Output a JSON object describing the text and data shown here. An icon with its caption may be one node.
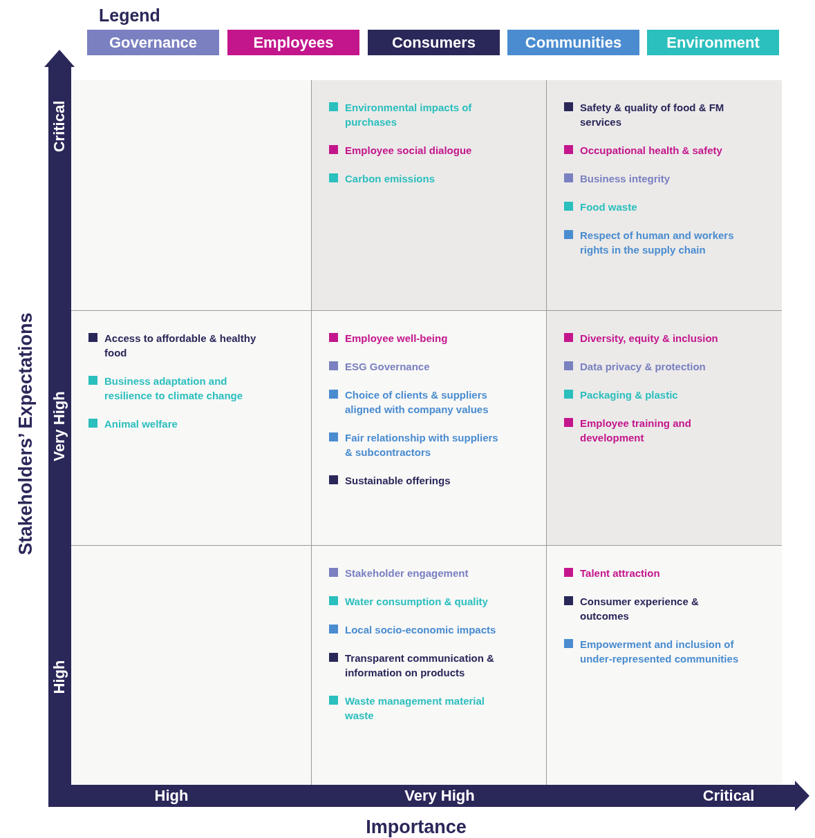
{
  "diagram": {
    "nodes": [
      {
        "text": [],
        "shape": "box"
      },
      {
        "text": [],
        "shape": "box"
      },
      {
        "text": [
          "Environmental impacts of purchases"
        ],
        "in": 1
      },
      {
        "text": [
          "Employee social dialogue"
        ],
        "in": 1
      },
      {
        "text": [
          "Carbon emissions"
        ],
        "in": 1
      },
      {
        "text": [],
        "shape": "box"
      },
      {
        "text": [
          "Safety & quality of food & FM services"
        ],
        "in": 5
      },
      {
        "text": [
          "Occupational health & safety"
        ],
        "in": 5
      },
      {
        "text": [
          "Business integrity"
        ],
        "in": 5
      },
      {
        "text": [
          "Food waste"
        ],
        "in": 5
      },
      {
        "text": [
          "Respect of human and workers rights in the supply chain"
        ],
        "in": 5
      },
      {
        "text": [],
        "shape": "box"
      },
      {
        "text": [
          "Access to affordable & healthy food"
        ],
        "in": 11
      },
      {
        "text": [
          "Business adaptation and resilience to climate change"
        ],
        "in": 11
      },
      {
        "text": [
          "Animal welfare"
        ],
        "in": 11
      },
      {
        "text": [],
        "shape": "box"
      },
      {
        "text": [
          "Employee well-being"
        ],
        "in": 15
      },
      {
        "text": [
          "ESG Governance"
        ],
        "in": 15
      },
      {
        "text": [
          "Choice of clients & suppliers aligned with company values"
        ],
        "in": 15
      },
      {
        "text": [
          "Fair relationship with suppliers & subcontractors"
        ],
        "in": 15
      },
      {
        "text": [
          "Sustainable offerings"
        ],
        "in": 15
      },
      {
        "text": [],
        "shape": "box"
      },
      {
        "text": [
          "Diversity, equity & inclusion"
        ],
        "in": 21
      },
      {
        "text": [
          "Data privacy & protection"
        ],
        "in": 21
      },
      {
        "text": [
          "Packaging & plastic"
        ],
        "in": 21
      },
      {
        "text": [
          "Employee training and development"
        ],
        "in": 21
      },
      {
        "text": [],
        "shape": "box"
      },
      {
        "text": [],
        "shape": "box"
      },
      {
        "text": [
          "Stakeholder engagement"
        ],
        "in": 27
      },
      {
        "text": [
          "Water consumption & quality"
        ],
        "in": 27
      },
      {
        "text": [
          "Local socio-economic impacts"
        ],
        "in": 27
      },
      {
        "text": [
          "Transparent communication & information on products"
        ],
        "in": 27
      },
      {
        "text": [
          "Waste management material waste"
        ],
        "in": 27
      },
      {
        "text": [],
        "shape": "box"
      },
      {
        "text": [
          "Talent attraction"
        ],
        "in": 33
      },
      {
        "text": [
          "Consumer experience & outcomes"
        ],
        "in": 33
      },
      {
        "text": [
          "Empowerment and inclusion of under-represented communities"
        ],
        "in": 33
      }
    ],
    "labels": [
      "Legend",
      "Critical",
      "Very High",
      "High",
      "Stakeholders’ Expectations",
      "High",
      "Very High",
      "Critical",
      "Importance"
    ],
    "legend": [
      {
        "text": "Governance",
        "color": "#7a80c0"
      },
      {
        "text": "Employees",
        "color": "#c4168c"
      },
      {
        "text": "Consumers",
        "color": "#2a2759"
      },
      {
        "text": "Communities",
        "color": "#4a8ccf"
      },
      {
        "text": "Environment",
        "color": "#2bbfbd"
      }
    ]
  }
}
